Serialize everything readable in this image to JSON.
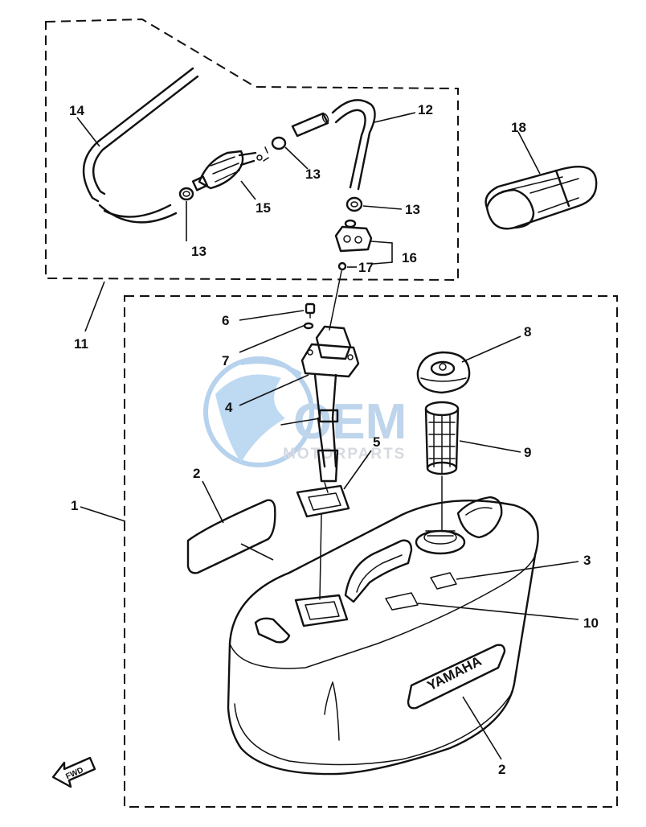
{
  "callouts": {
    "c1": "1",
    "c2a": "2",
    "c2b": "2",
    "c3": "3",
    "c4": "4",
    "c5": "5",
    "c6": "6",
    "c7": "7",
    "c8": "8",
    "c9": "9",
    "c10": "10",
    "c11": "11",
    "c12": "12",
    "c13a": "13",
    "c13b": "13",
    "c13c": "13",
    "c14": "14",
    "c15": "15",
    "c16": "16",
    "c17": "17",
    "c18": "18"
  },
  "tank_brand": "YAMAHA",
  "fwd_marker": "FWD",
  "watermark": {
    "logo": "OEM",
    "sub": "MOTORPARTS"
  },
  "colors": {
    "ink": "#111111",
    "watermark_blue": "#9fc4e8",
    "watermark_grey": "#c9ced6"
  }
}
